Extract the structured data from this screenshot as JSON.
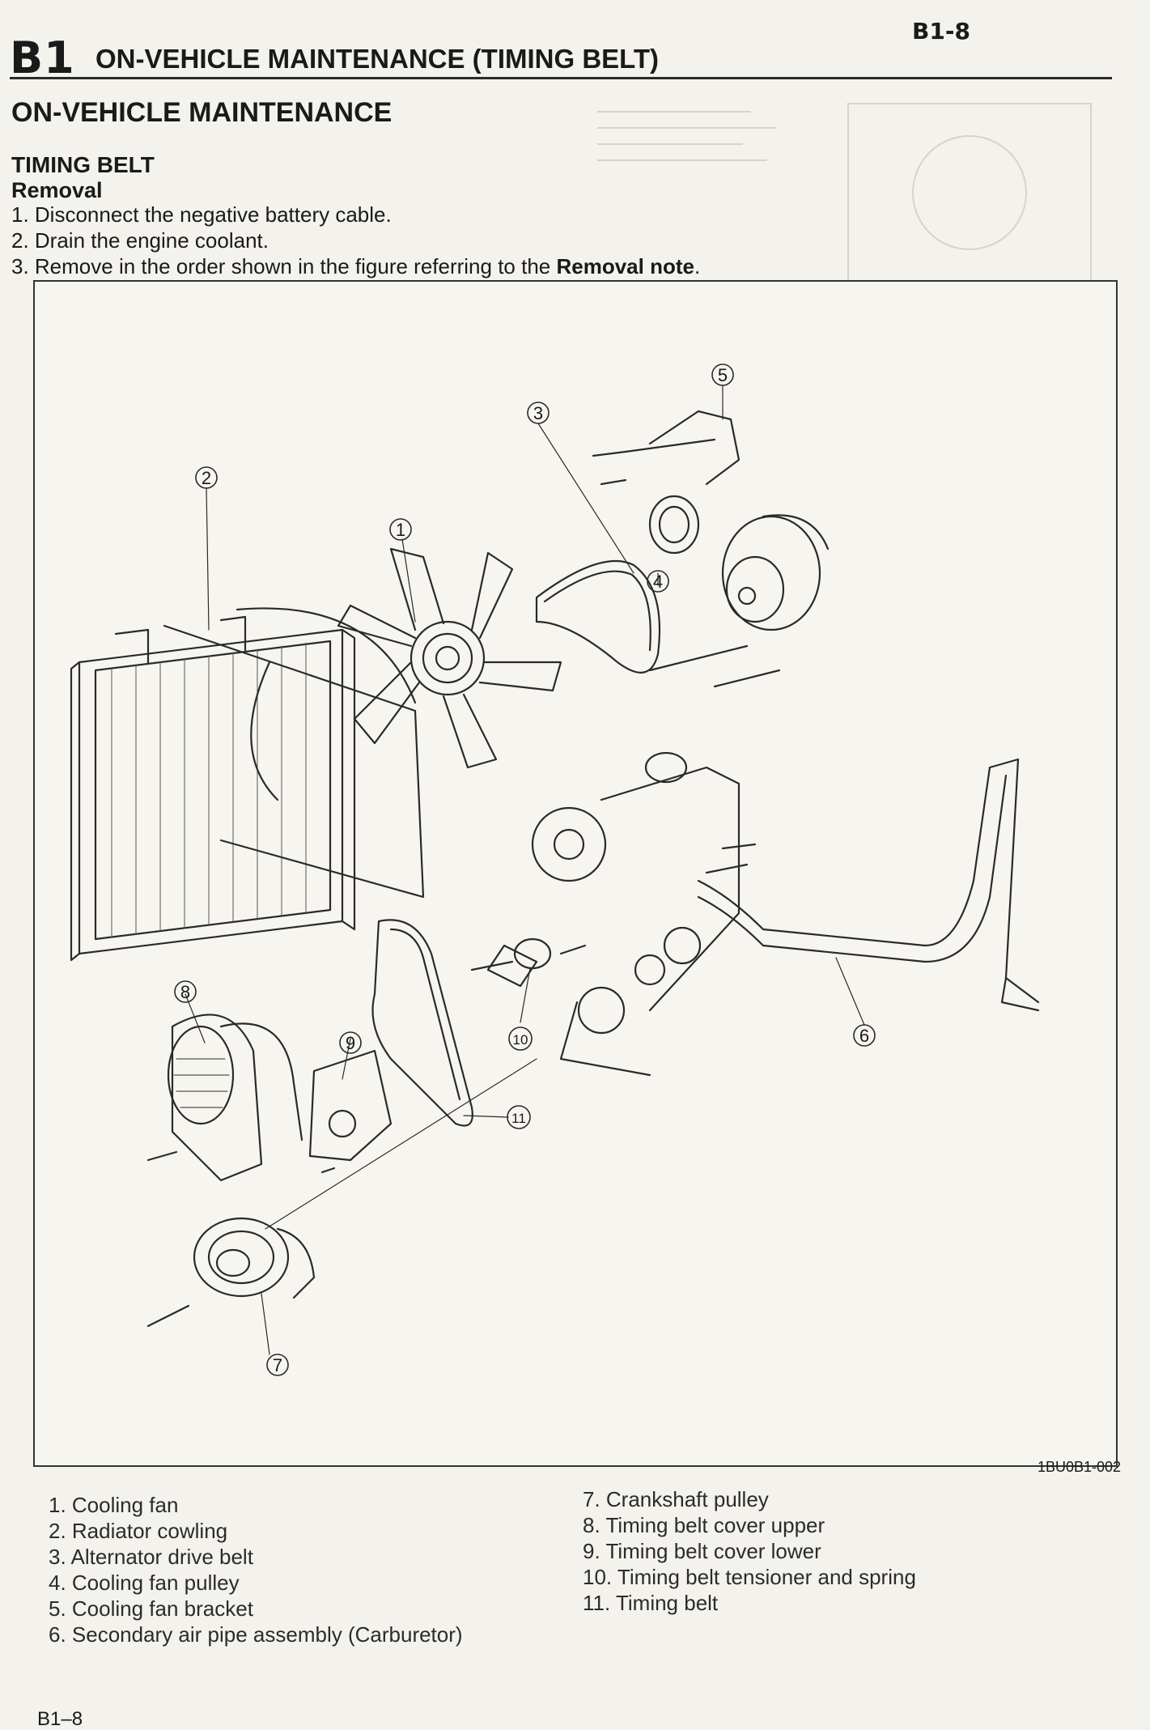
{
  "page": {
    "page_number_top": "B1-8",
    "section_code": "B1",
    "section_title": "ON-VEHICLE MAINTENANCE (TIMING BELT)",
    "main_heading": "ON-VEHICLE MAINTENANCE",
    "sub_heading": "TIMING BELT",
    "sub_sub_heading": "Removal",
    "page_number_bottom": "B1–8"
  },
  "steps": [
    {
      "text": "1. Disconnect the negative battery cable."
    },
    {
      "text": "2. Drain the engine coolant."
    },
    {
      "text": "3. Remove in the order shown in the figure referring to the ",
      "bold": "Removal note",
      "tail": "."
    }
  ],
  "figure": {
    "code": "1BU0B1-002",
    "callouts": [
      "1",
      "2",
      "3",
      "4",
      "5",
      "6",
      "7",
      "8",
      "9",
      "10",
      "11"
    ]
  },
  "legend": {
    "left": [
      "1. Cooling fan",
      "2. Radiator cowling",
      "3. Alternator drive belt",
      "4. Cooling fan pulley",
      "5. Cooling fan bracket",
      "6. Secondary air pipe assembly (Carburetor)"
    ],
    "right": [
      "7. Crankshaft pulley",
      "8. Timing belt cover upper",
      "9. Timing belt cover lower",
      "10. Timing belt tensioner and spring",
      "11. Timing belt"
    ]
  }
}
